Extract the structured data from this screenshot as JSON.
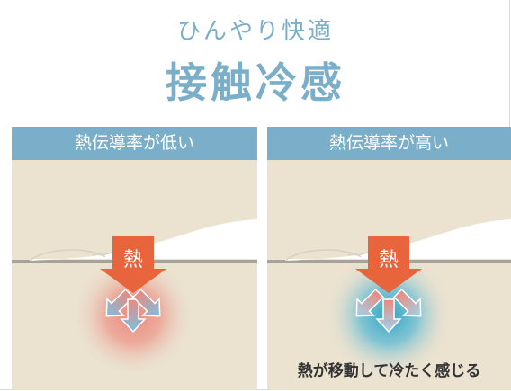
{
  "header": {
    "subtitle": "ひんやり快適",
    "title": "接触冷感"
  },
  "panels": [
    {
      "label": "熱伝導率が低い",
      "heat_label": "熱",
      "glow_color": "#e98a7e",
      "arrow_color": "#e8643c",
      "caption": ""
    },
    {
      "label": "熱伝導率が高い",
      "heat_label": "熱",
      "glow_color": "#3aa8c6",
      "arrow_color": "#e8643c",
      "caption": "熱が移動して冷たく感じる"
    }
  ],
  "colors": {
    "accent": "#7aaec9",
    "panel_bg": "#ebe2d0",
    "surface_line": "#a7a39c"
  }
}
